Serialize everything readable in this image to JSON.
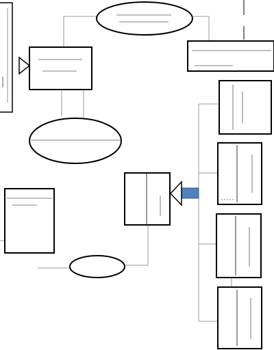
{
  "diagram": {
    "type": "entity-relationship sketch",
    "text_visible": false,
    "colors": {
      "stroke": "#000000",
      "connector": "#9a9a9a",
      "inner_rule": "#555555",
      "arrow_fill": "#4f81bd",
      "arrow_stroke": "#385d8a",
      "background": "#ffffff"
    },
    "icons": [
      "hollow-triangle-arrow-icon",
      "blue-block-arrow-icon"
    ],
    "entities": [
      "entity-left-edge",
      "entity-top-center",
      "entity-top-right",
      "entity-center",
      "entity-left-lower",
      "entity-right-1",
      "entity-right-2",
      "entity-right-3",
      "entity-right-4"
    ],
    "relationships": [
      "ellipse-top",
      "ellipse-left-middle",
      "ellipse-bottom"
    ]
  }
}
